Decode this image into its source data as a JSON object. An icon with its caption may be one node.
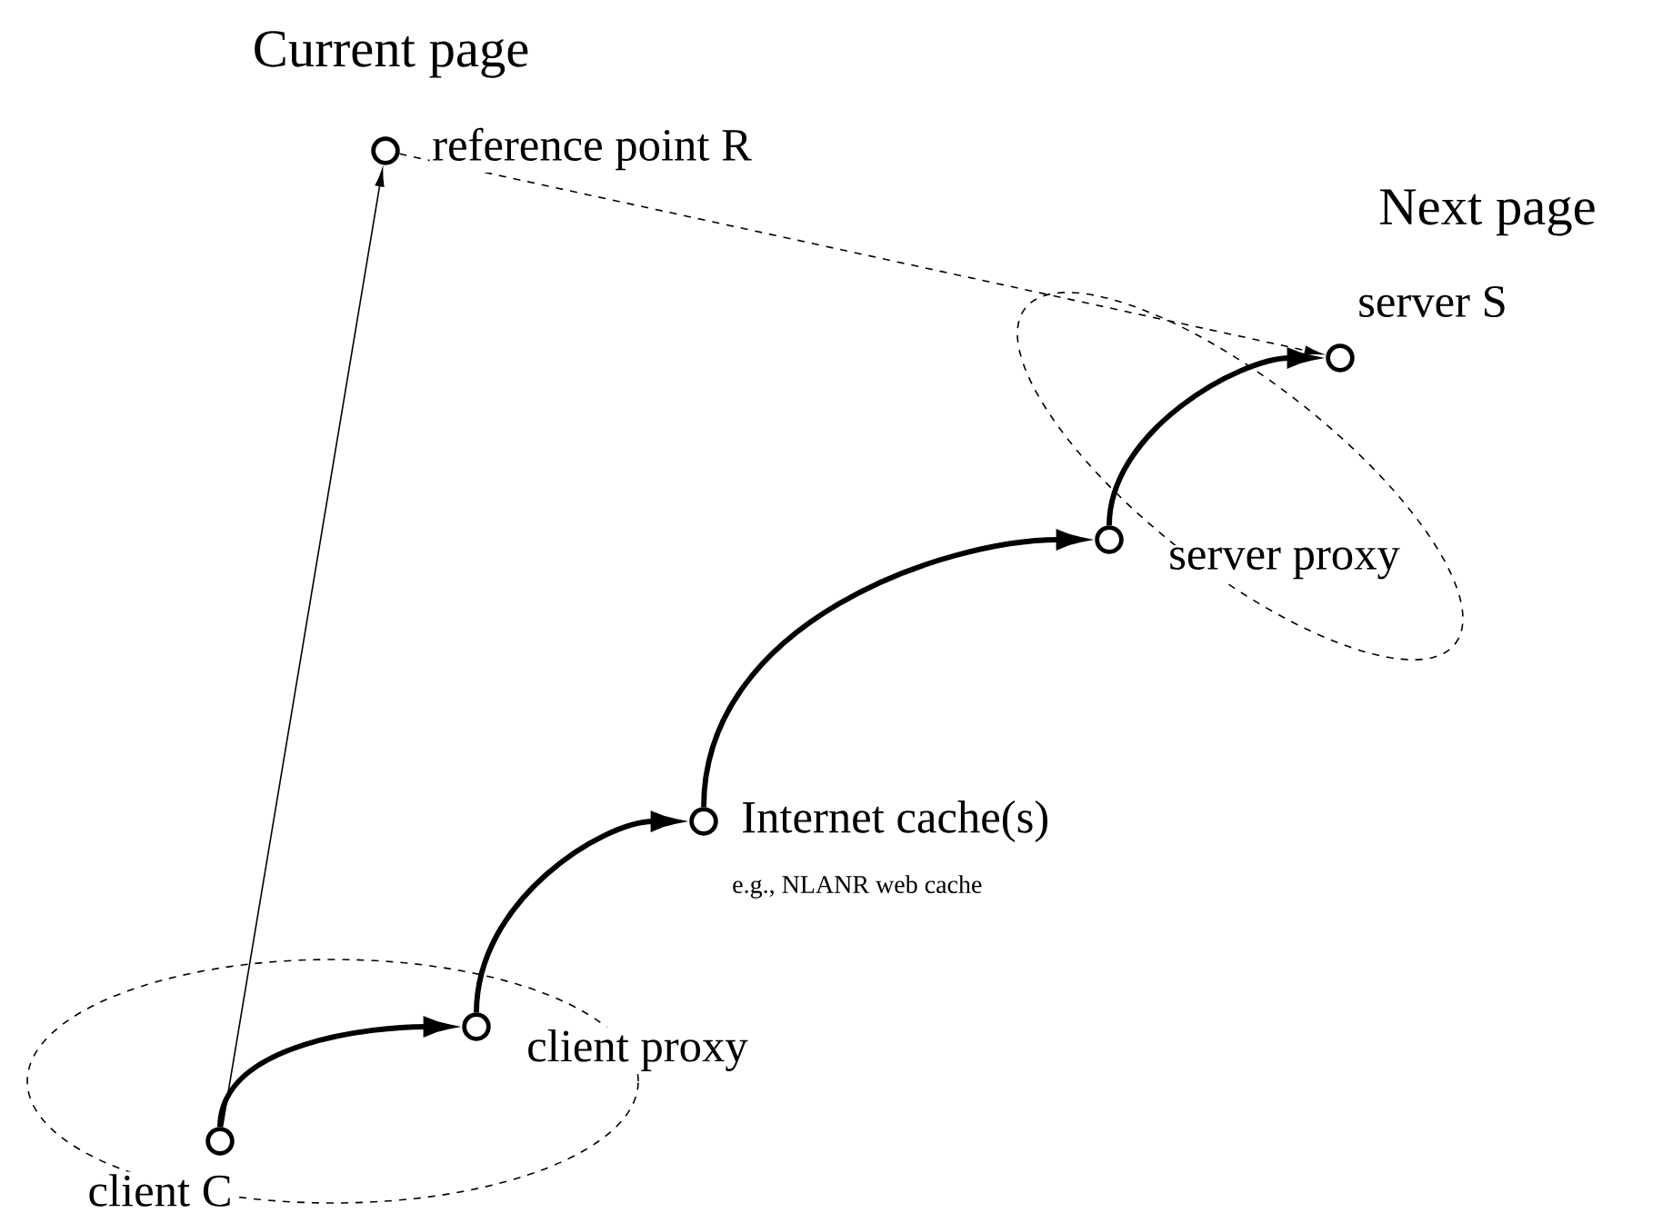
{
  "diagram": {
    "nodes": [
      {
        "text": [],
        "shape": "ellipse"
      },
      {
        "text": [],
        "shape": "circle",
        "beside": [
          "client C"
        ],
        "in": 0
      },
      {
        "text": [],
        "shape": "circle",
        "beside": [
          "client proxy"
        ],
        "in": 0
      },
      {
        "text": [],
        "shape": "circle",
        "beside": [
          "Internet cache(s)",
          "e.g., NLANR web cache"
        ]
      },
      {
        "text": [],
        "shape": "ellipse"
      },
      {
        "text": [],
        "shape": "circle",
        "beside": [
          "server proxy"
        ],
        "in": 4
      },
      {
        "text": [],
        "shape": "circle",
        "beside": [
          "server S"
        ],
        "in": 4
      },
      {
        "text": [],
        "shape": "circle",
        "beside": [
          "reference point R"
        ]
      }
    ],
    "edges": [
      {
        "from": 1,
        "to": 2,
        "arrow": "to"
      },
      {
        "from": 2,
        "to": 3,
        "arrow": "to"
      },
      {
        "from": 3,
        "to": 5,
        "arrow": "to"
      },
      {
        "from": 5,
        "to": 6,
        "arrow": "to"
      },
      {
        "from": 1,
        "to": 7,
        "arrow": "to"
      },
      {
        "from": 7,
        "to": 6,
        "arrow": "to",
        "style": "dashed"
      }
    ],
    "labels": [
      "Current page",
      "Next page"
    ]
  }
}
